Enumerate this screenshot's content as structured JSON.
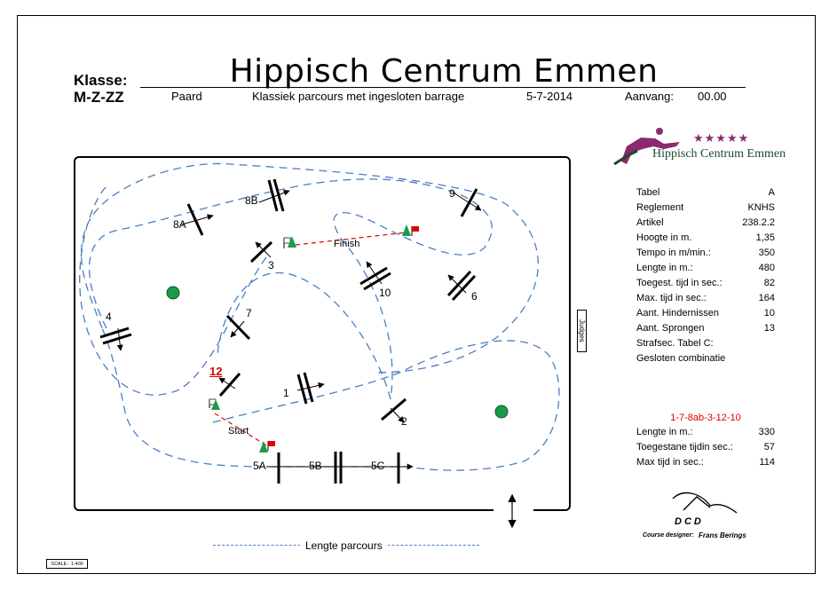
{
  "header": {
    "klasse_label": "Klasse:",
    "klasse_value": "M-Z-ZZ",
    "title": "Hippisch Centrum Emmen",
    "discipline": "Paard",
    "type": "Klassiek parcours met ingesloten barrage",
    "date": "5-7-2014",
    "start_label": "Aanvang:",
    "start_value": "00.00"
  },
  "logo": {
    "stars": "★★★★★",
    "name": "Hippisch Centrum Emmen"
  },
  "info": [
    {
      "label": "Tabel",
      "value": "A"
    },
    {
      "label": "Reglement",
      "value": "KNHS"
    },
    {
      "label": "Artikel",
      "value": "238.2.2"
    },
    {
      "label": "Hoogte in m.",
      "value": "1,35"
    },
    {
      "label": "Tempo in m/min.:",
      "value": "350"
    },
    {
      "label": "Lengte in m.:",
      "value": "480"
    },
    {
      "label": "Toegest. tijd in sec.:",
      "value": "82"
    },
    {
      "label": "Max. tijd in sec.:",
      "value": "164"
    },
    {
      "label": "Aant. Hindernissen",
      "value": "10"
    },
    {
      "label": "Aant. Sprongen",
      "value": "13"
    },
    {
      "label": "Strafsec. Tabel C:",
      "value": ""
    },
    {
      "label": "Gesloten combinatie",
      "value": ""
    }
  ],
  "barrage": {
    "sequence": "1-7-8ab-3-12-10",
    "rows": [
      {
        "label": "Lengte in m.:",
        "value": "330"
      },
      {
        "label": "Toegestane tijdin sec.:",
        "value": "57"
      },
      {
        "label": "Max tijd in sec.:",
        "value": "114"
      }
    ]
  },
  "course": {
    "jump_labels": [
      "8A",
      "8B",
      "9",
      "3",
      "10",
      "6",
      "4",
      "7",
      "12",
      "1",
      "2",
      "5A",
      "5B",
      "5C"
    ],
    "start": "Start",
    "finish": "Finish",
    "judges": "Judges",
    "colors": {
      "path": "#4a7fc1",
      "flag": "#e00000",
      "tree": "#1a9a4a",
      "barrage_label": "#e00000"
    }
  },
  "legend": {
    "label": "Lengte parcours"
  },
  "scale": "SCALE : 1:400",
  "designer": {
    "brand": "DCD",
    "label": "Course designer:",
    "name": "Frans Berings"
  }
}
